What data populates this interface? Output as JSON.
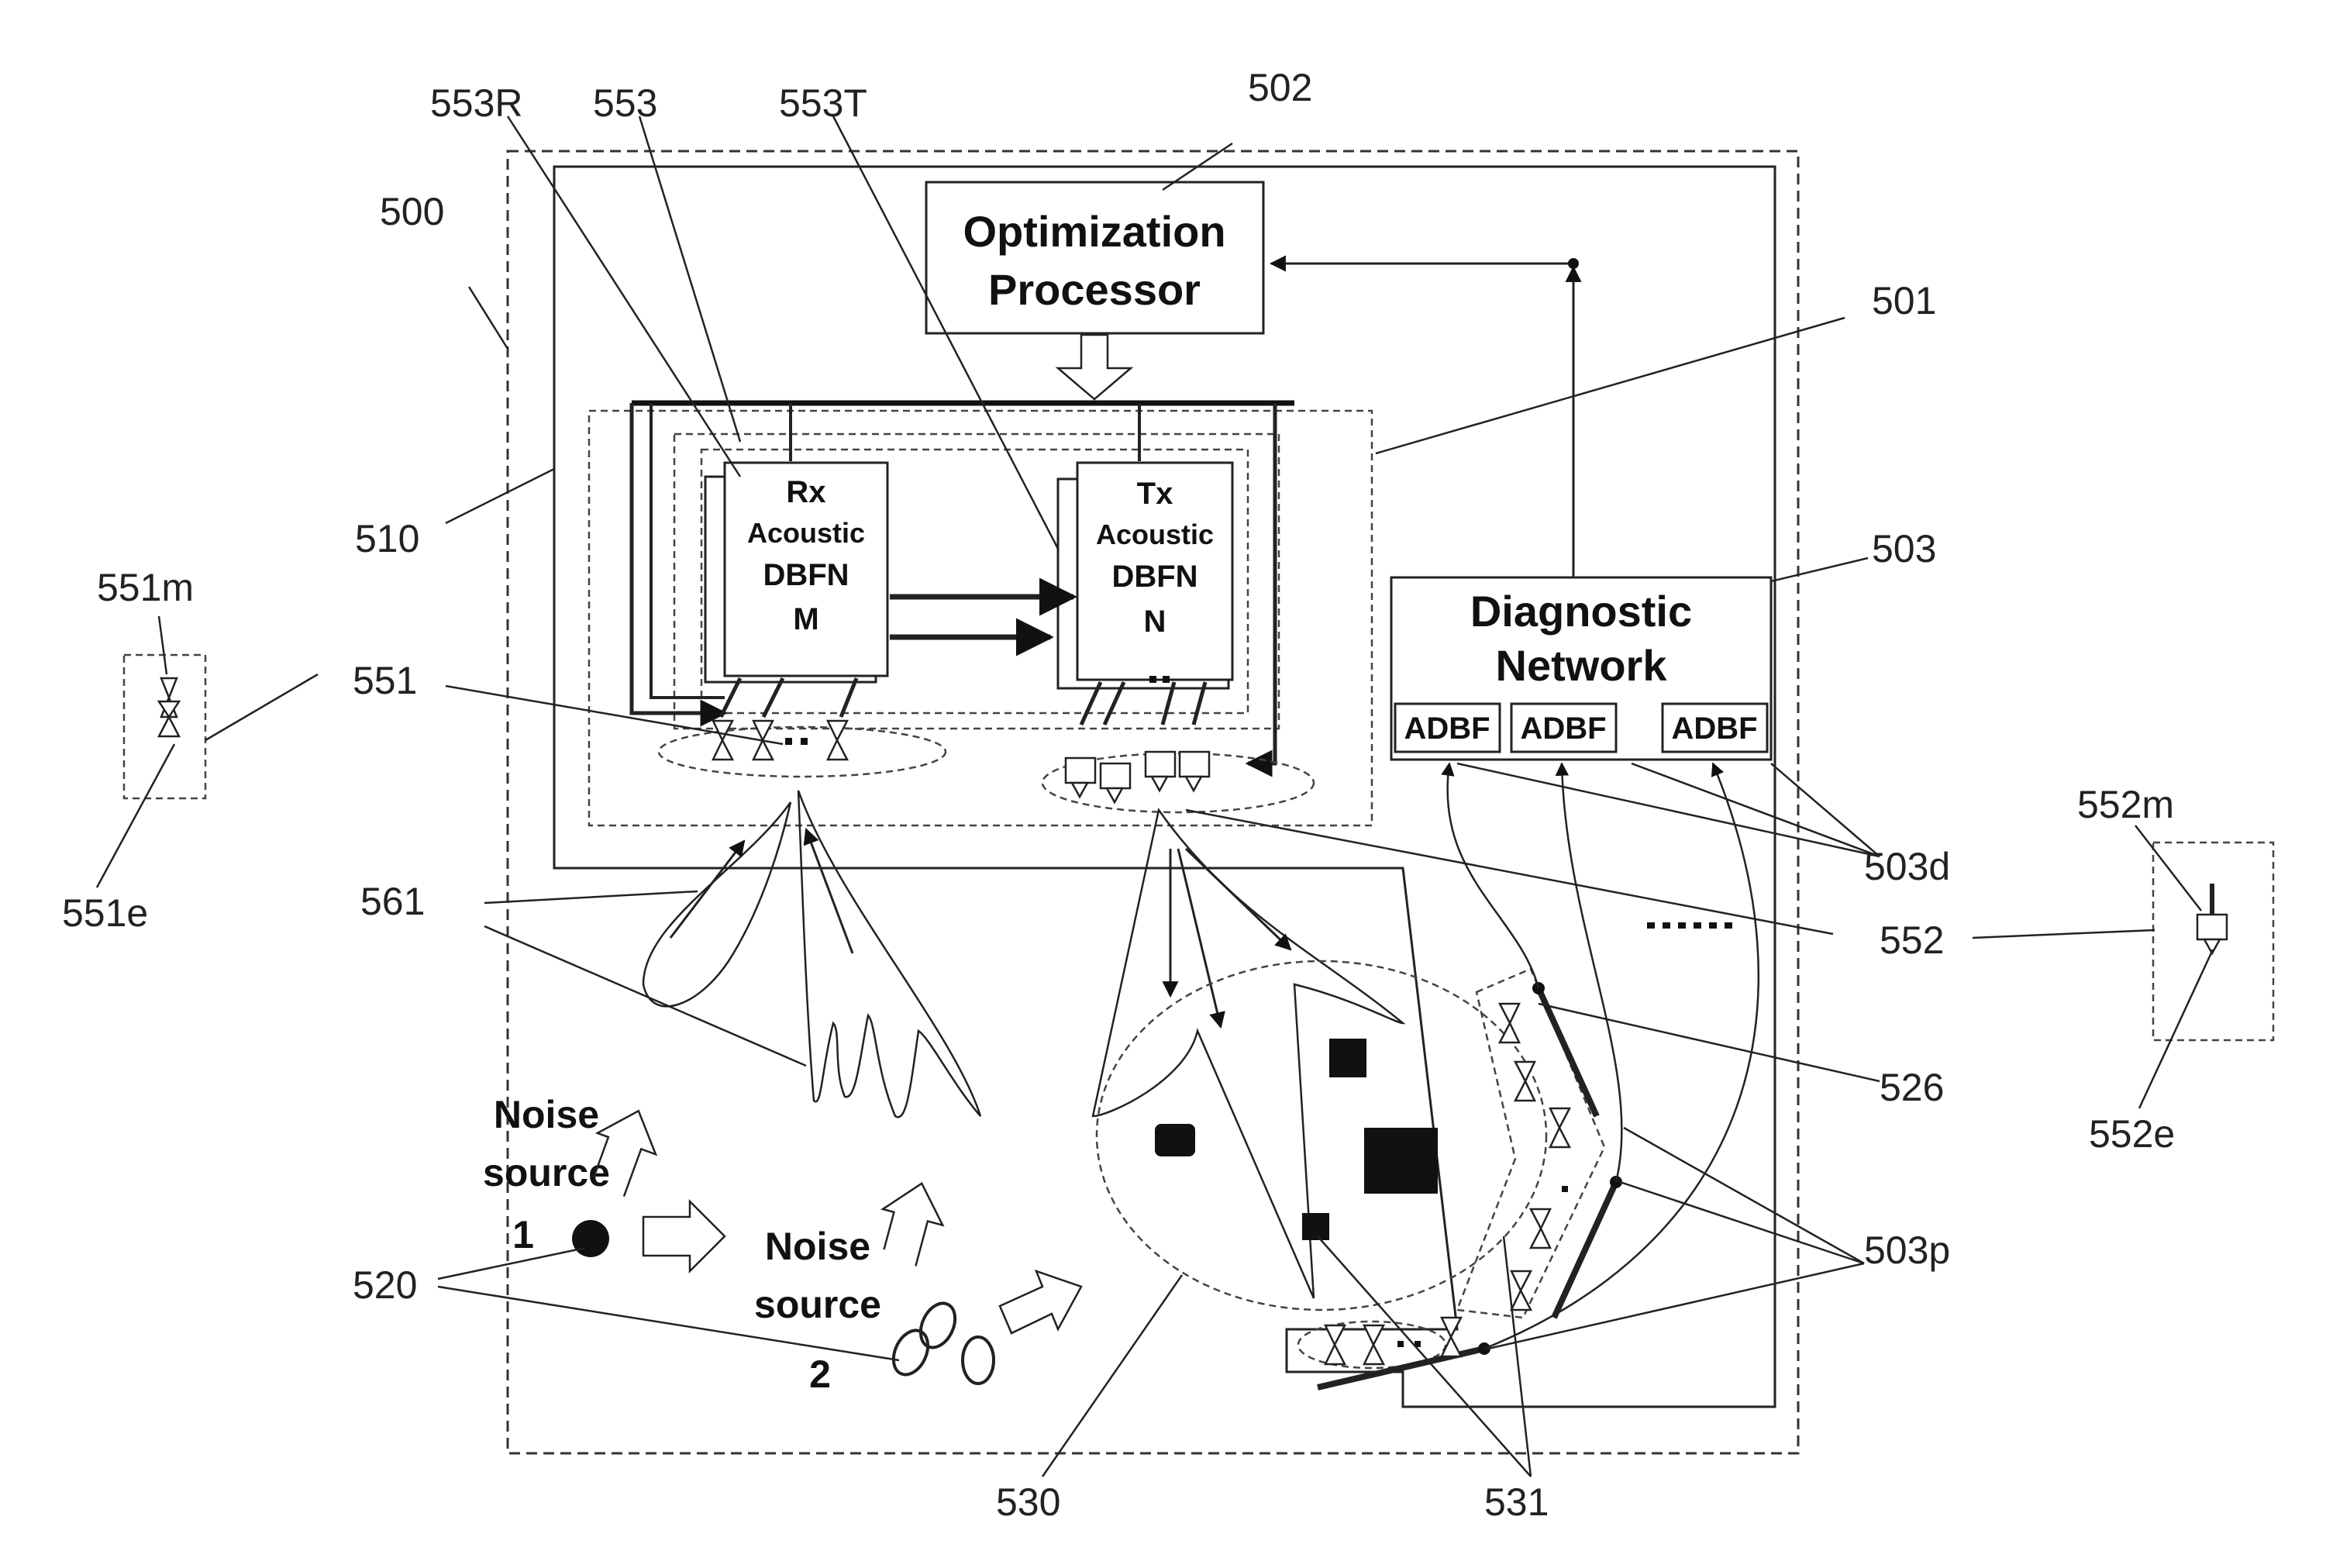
{
  "labels": {
    "l500": "500",
    "l502": "502",
    "l501": "501",
    "l503": "503",
    "l510": "510",
    "l553R": "553R",
    "l553": "553",
    "l553T": "553T",
    "l551m": "551m",
    "l551": "551",
    "l551e": "551e",
    "l561": "561",
    "l520": "520",
    "l530": "530",
    "l531": "531",
    "l526": "526",
    "l552": "552",
    "l503d": "503d",
    "l503p": "503p",
    "l552m": "552m",
    "l552e": "552e"
  },
  "optimization_processor": {
    "line1": "Optimization",
    "line2": "Processor"
  },
  "rx_dbfn": {
    "line1": "Rx",
    "line2": "Acoustic",
    "line3": "DBFN",
    "line4": "M"
  },
  "tx_dbfn": {
    "line1": "Tx",
    "line2": "Acoustic",
    "line3": "DBFN",
    "line4": "N"
  },
  "diagnostic_network": {
    "line1": "Diagnostic",
    "line2": "Network",
    "adbf": [
      "ADBF",
      "ADBF",
      "ADBF"
    ]
  },
  "noise_source_1": {
    "line1": "Noise",
    "line2": "source",
    "line3": "1"
  },
  "noise_source_2": {
    "line1": "Noise",
    "line2": "source",
    "line3": "2"
  },
  "icons": [
    "acoustic-element-icon",
    "arrow-icon",
    "noise-source-icon"
  ]
}
